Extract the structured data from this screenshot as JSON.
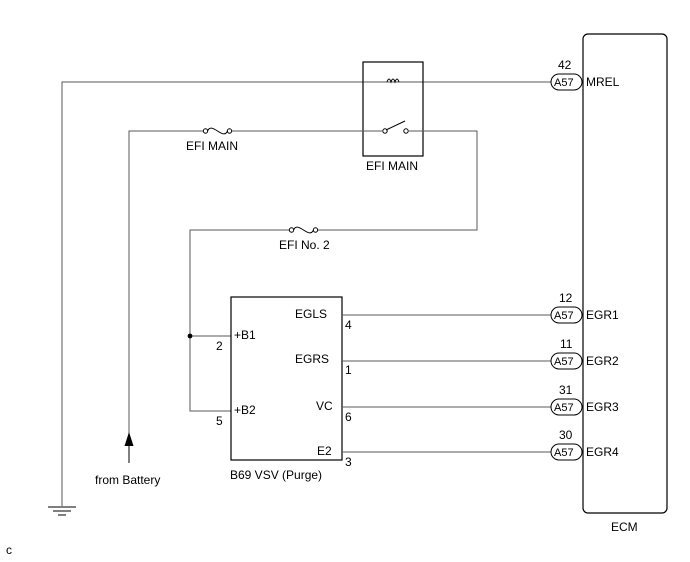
{
  "ecm": {
    "label": "ECM",
    "pins": [
      {
        "num": "42",
        "conn": "A57",
        "name": "MREL"
      },
      {
        "num": "12",
        "conn": "A57",
        "name": "EGR1"
      },
      {
        "num": "11",
        "conn": "A57",
        "name": "EGR2"
      },
      {
        "num": "31",
        "conn": "A57",
        "name": "EGR3"
      },
      {
        "num": "30",
        "conn": "A57",
        "name": "EGR4"
      }
    ]
  },
  "relay": {
    "label": "EFI MAIN"
  },
  "fuses": {
    "efi_main": "EFI MAIN",
    "efi_no2": "EFI No. 2"
  },
  "vsv": {
    "label": "B69 VSV (Purge)",
    "left_pins": [
      {
        "name": "+B1",
        "num": "2"
      },
      {
        "name": "+B2",
        "num": "5"
      }
    ],
    "right_pins": [
      {
        "name": "EGLS",
        "num": "4"
      },
      {
        "name": "EGRS",
        "num": "1"
      },
      {
        "name": "VC",
        "num": "6"
      },
      {
        "name": "E2",
        "num": "3"
      }
    ]
  },
  "battery": {
    "label": "from Battery"
  },
  "corner_mark": "c"
}
